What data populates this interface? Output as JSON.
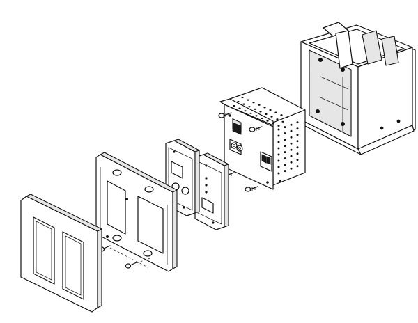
{
  "diagram": {
    "colors": {
      "line": "#111111",
      "fill": "#ffffff",
      "shade": "#e6e6e6",
      "dark": "#1a1a1a"
    },
    "components": [
      {
        "id": "backbox",
        "icon": "electrical-back-box"
      },
      {
        "id": "wall-plate-unit",
        "icon": "transmitter-unit"
      },
      {
        "id": "front-panel-insert",
        "icon": "front-panel-insert"
      },
      {
        "id": "blank-insert",
        "icon": "decorator-insert"
      },
      {
        "id": "mounting-frame",
        "icon": "two-gang-mounting-frame"
      },
      {
        "id": "decorator-cover-plate",
        "icon": "two-gang-cover-plate"
      },
      {
        "id": "screws",
        "icon": "screw"
      }
    ]
  }
}
